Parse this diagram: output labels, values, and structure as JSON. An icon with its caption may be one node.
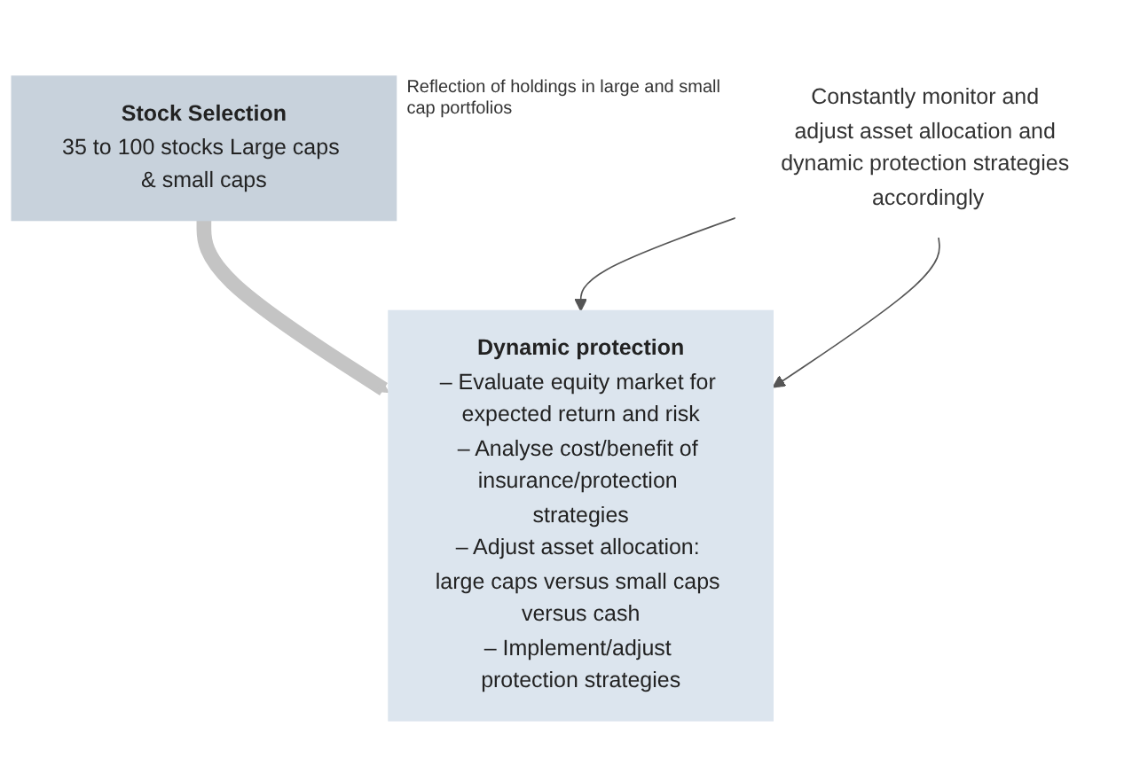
{
  "diagram": {
    "nodes": [
      {
        "text": [
          "Stock Selection",
          "35 to 100 stocks Large caps & small caps"
        ],
        "beside": [
          "Reflection of holdings in large and small cap portfolios"
        ]
      },
      {
        "text": [
          "Dynamic protection",
          "– Evaluate equity market for expected return and risk",
          "– Analyse cost/benefit of insurance/protection strategies",
          "– Adjust asset allocation: large caps versus small caps versus cash",
          "– Implement/adjust protection strategies"
        ]
      },
      {
        "text": [
          "Constantly monitor and adjust asset allocation and dynamic protection strategies accordingly"
        ]
      }
    ],
    "edges": [
      {
        "from": 0,
        "to": 1,
        "arrow": "to",
        "style": "thick",
        "color": "#c4c4c4"
      },
      {
        "from": 2,
        "to": 1,
        "arrow": "to"
      },
      {
        "from": 2,
        "to": 1,
        "arrow": "to"
      }
    ]
  }
}
